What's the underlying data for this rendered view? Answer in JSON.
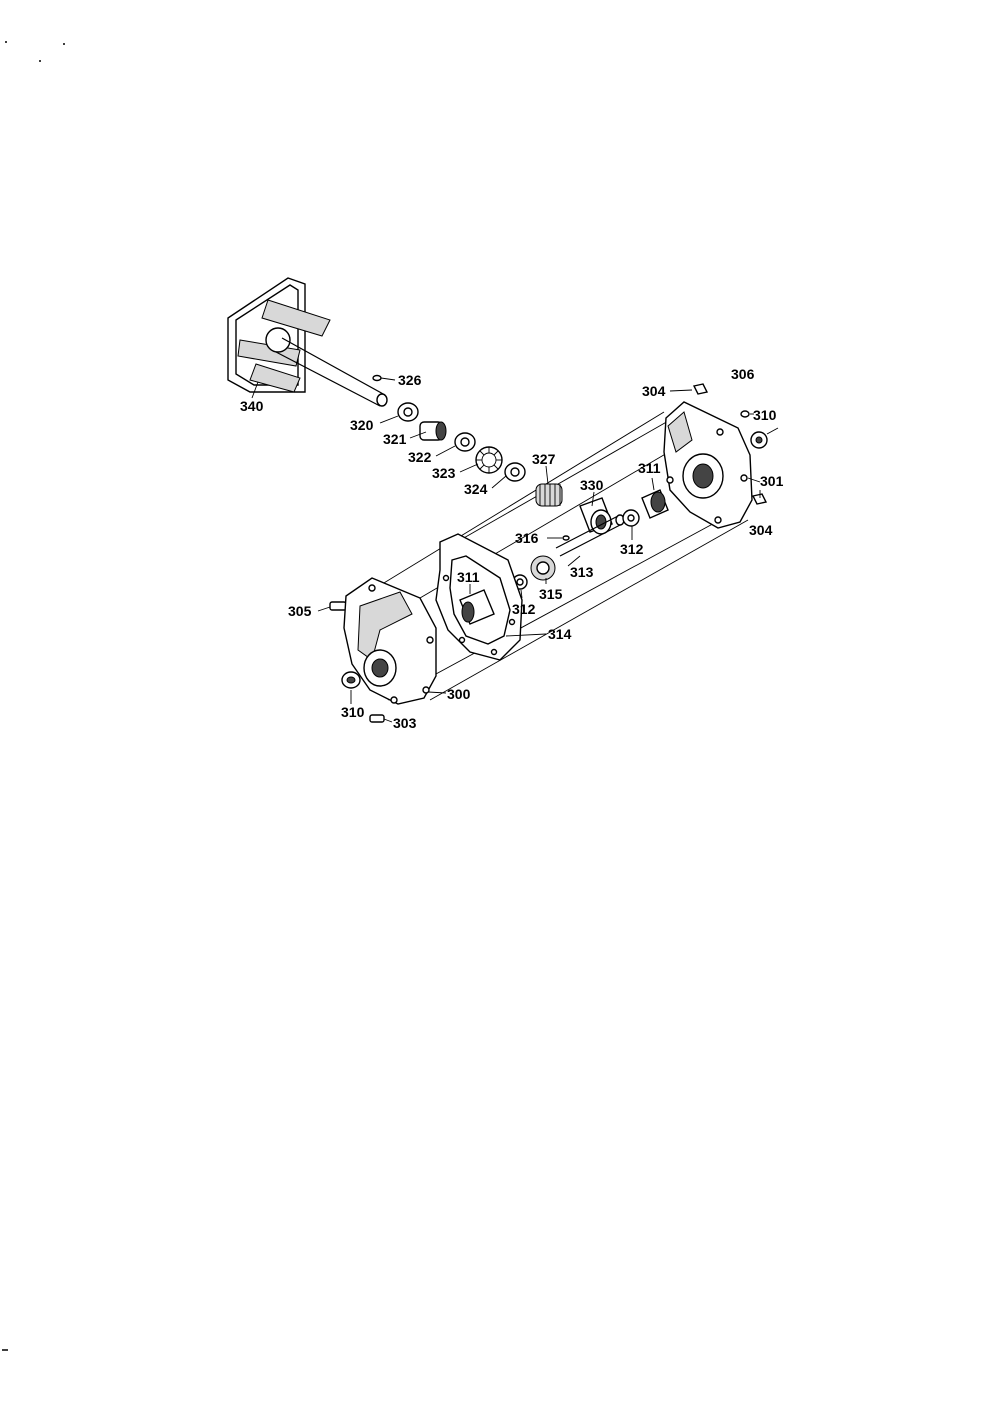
{
  "labels": {
    "l340": "340",
    "l326": "326",
    "l320": "320",
    "l321": "321",
    "l322": "322",
    "l323": "323",
    "l324": "324",
    "l327": "327",
    "l330": "330",
    "l316": "316",
    "l313": "313",
    "l315": "315",
    "l312a": "312",
    "l312b": "312",
    "l311a": "311",
    "l311b": "311",
    "l314": "314",
    "l304a": "304",
    "l304b": "304",
    "l306": "306",
    "l310a": "310",
    "l310b": "310",
    "l301": "301",
    "l305": "305",
    "l300": "300",
    "l303": "303"
  }
}
